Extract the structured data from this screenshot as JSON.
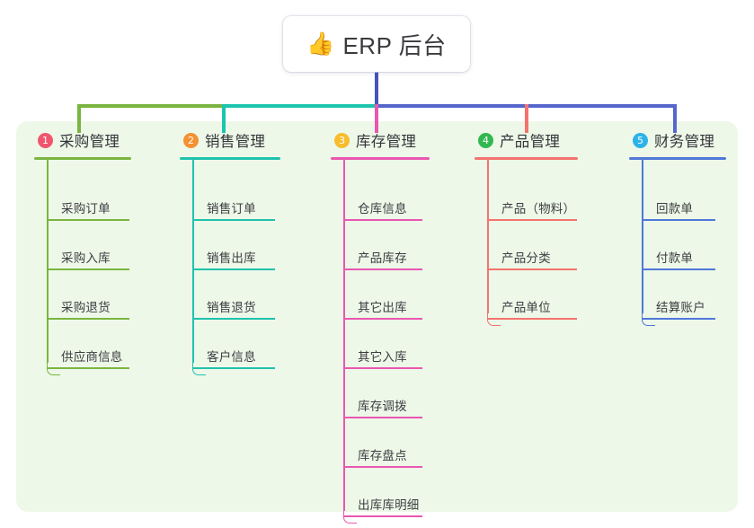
{
  "root": {
    "emoji": "👍",
    "emoji_name": "thumbs-up-emoji",
    "title": "ERP 后台"
  },
  "colors": {
    "panel_bg": "#edf8e8",
    "root_stem": "#4455bb",
    "bus_left": "#7ab540",
    "bus_mid": "#1cc5ae",
    "bus_right": "#5566cc",
    "columns": [
      "#7ab540",
      "#1fc2ad",
      "#e957b0",
      "#f4736e",
      "#4f78d8"
    ],
    "badges": [
      "#f0556d",
      "#f59133",
      "#f7bd2e",
      "#33b850",
      "#2cb3e8"
    ],
    "rules": [
      "#7ab540",
      "#1fc2ad",
      "#e957b0",
      "#f4736e",
      "#4f78d8"
    ]
  },
  "columns": [
    {
      "index": "1",
      "title": "采购管理",
      "badge_color": "#f0556d",
      "accent": "#7ab540",
      "items": [
        "采购订单",
        "采购入库",
        "采购退货",
        "供应商信息"
      ]
    },
    {
      "index": "2",
      "title": "销售管理",
      "badge_color": "#f59133",
      "accent": "#1fc2ad",
      "items": [
        "销售订单",
        "销售出库",
        "销售退货",
        "客户信息"
      ]
    },
    {
      "index": "3",
      "title": "库存管理",
      "badge_color": "#f7bd2e",
      "accent": "#e957b0",
      "items": [
        "仓库信息",
        "产品库存",
        "其它出库",
        "其它入库",
        "库存调拨",
        "库存盘点",
        "出库库明细"
      ]
    },
    {
      "index": "4",
      "title": "产品管理",
      "badge_color": "#33b850",
      "accent": "#f4736e",
      "items": [
        "产品（物料）",
        "产品分类",
        "产品单位"
      ]
    },
    {
      "index": "5",
      "title": "财务管理",
      "badge_color": "#2cb3e8",
      "accent": "#4f78d8",
      "items": [
        "回款单",
        "付款单",
        "结算账户"
      ]
    }
  ]
}
